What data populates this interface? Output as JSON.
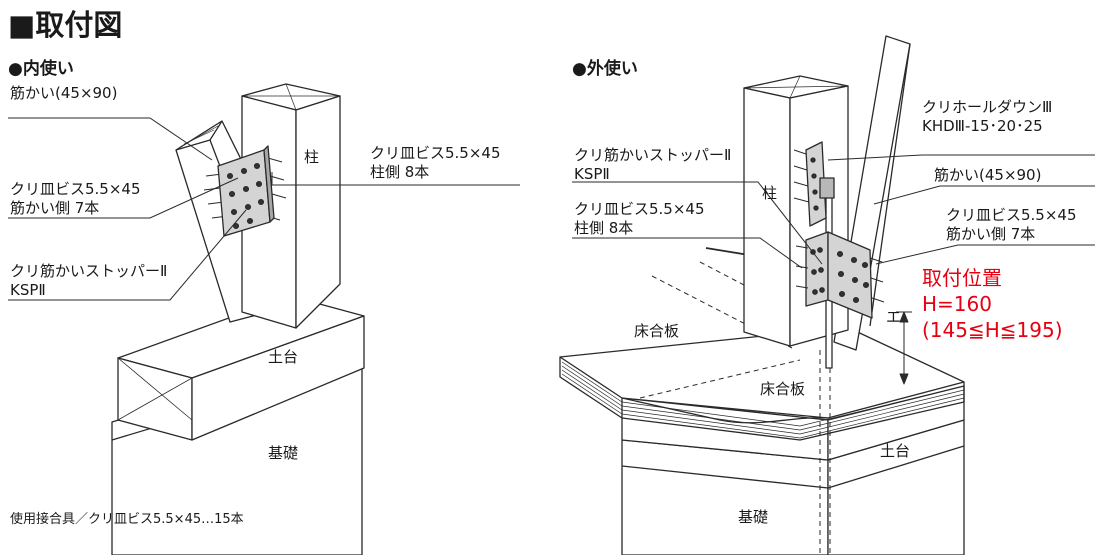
{
  "page": {
    "title": "■取付図",
    "footer": "使用接合具／クリ皿ビス5.5×45…15本"
  },
  "inner": {
    "heading": "●内使い",
    "brace": "筋かい(45×90)",
    "screw_brace": [
      "クリ皿ビス5.5×45",
      "筋かい側 7本"
    ],
    "stopper": [
      "クリ筋かいストッパーⅡ",
      "KSPⅡ"
    ],
    "screw_column": [
      "クリ皿ビス5.5×45",
      "柱側 8本"
    ],
    "column": "柱",
    "sill": "土台",
    "foundation": "基礎"
  },
  "outer": {
    "heading": "●外使い",
    "holddown": [
      "クリホールダウンⅢ",
      "KHDⅢ-15･20･25"
    ],
    "stopper": [
      "クリ筋かいストッパーⅡ",
      "KSPⅡ"
    ],
    "brace": "筋かい(45×90)",
    "screw_column": [
      "クリ皿ビス5.5×45",
      "柱側 8本"
    ],
    "screw_brace": [
      "クリ皿ビス5.5×45",
      "筋かい側 7本"
    ],
    "column": "柱",
    "floor_left": "床合板",
    "floor_center": "床合板",
    "sill": "土台",
    "foundation": "基礎",
    "dim_mark": "エ",
    "position_title": "取付位置",
    "position_h": "H=160",
    "position_range": "(145≦H≦195)"
  },
  "colors": {
    "line": "#2a2a2a",
    "plate": "#d4d4d4",
    "accent_red": "#e60012"
  }
}
